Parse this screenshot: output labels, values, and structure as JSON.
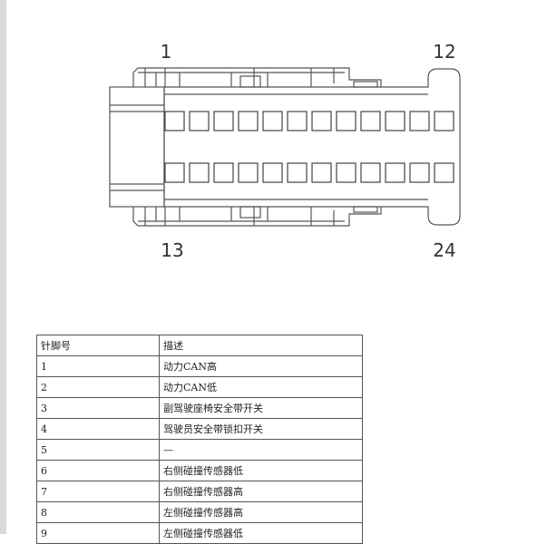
{
  "connector": {
    "pin_labels": {
      "top_left": "1",
      "top_right": "12",
      "bottom_left": "13",
      "bottom_right": "24"
    }
  },
  "table": {
    "headers": {
      "pin": "针脚号",
      "desc": "描述"
    },
    "rows": [
      {
        "pin": "1",
        "desc": "动力CAN高"
      },
      {
        "pin": "2",
        "desc": "动力CAN低"
      },
      {
        "pin": "3",
        "desc": "副驾驶座椅安全带开关"
      },
      {
        "pin": "4",
        "desc": "驾驶员安全带锁扣开关"
      },
      {
        "pin": "5",
        "desc": "—"
      },
      {
        "pin": "6",
        "desc": "右侧碰撞传感器低"
      },
      {
        "pin": "7",
        "desc": "右侧碰撞传感器高"
      },
      {
        "pin": "8",
        "desc": "左侧碰撞传感器高"
      },
      {
        "pin": "9",
        "desc": "左侧碰撞传感器低"
      }
    ]
  }
}
